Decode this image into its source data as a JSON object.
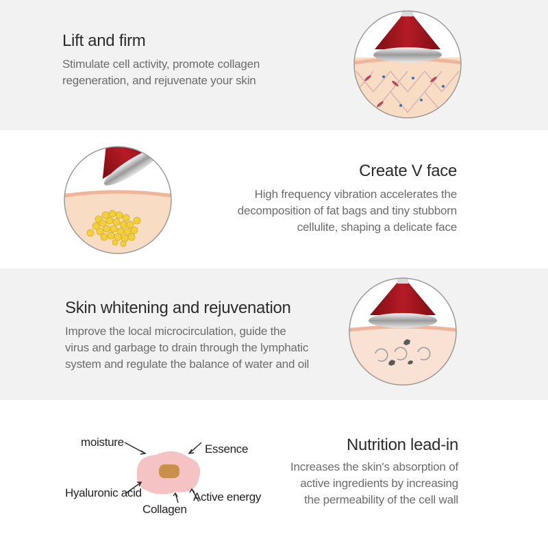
{
  "sections": [
    {
      "title": "Lift and firm",
      "lines": [
        "Stimulate cell activity, promote collagen",
        "regeneration, and rejuvenate your skin"
      ]
    },
    {
      "title": "Create V face",
      "lines": [
        "High frequency vibration accelerates the",
        "decomposition of fat bags and tiny stubborn",
        "cellulite, shaping a delicate face"
      ]
    },
    {
      "title": "Skin whitening and rejuvenation",
      "lines": [
        "Improve the local microcirculation, guide the",
        "virus and garbage to drain through the lymphatic",
        "system and regulate the balance of water and oil"
      ]
    },
    {
      "title": "Nutrition lead-in",
      "lines": [
        "Increases the skin's absorption of",
        "active ingredients by increasing",
        "the permeability of the cell wall"
      ]
    }
  ],
  "diagram_labels": {
    "moisture": "moisture",
    "essence": "Essence",
    "hyaluronic": "Hyaluronic acid",
    "active": "Active energy",
    "collagen": "Collagen"
  },
  "colors": {
    "band_gray": "#f2f2f2",
    "device_red": "#a4161f",
    "skin": "#f6d3b8",
    "fat_yellow": "#f2cf3c"
  },
  "icons": [
    "massager-device-icon",
    "skin-cells-icon",
    "fat-particles-icon",
    "impurities-icon",
    "cell-diagram-icon"
  ]
}
